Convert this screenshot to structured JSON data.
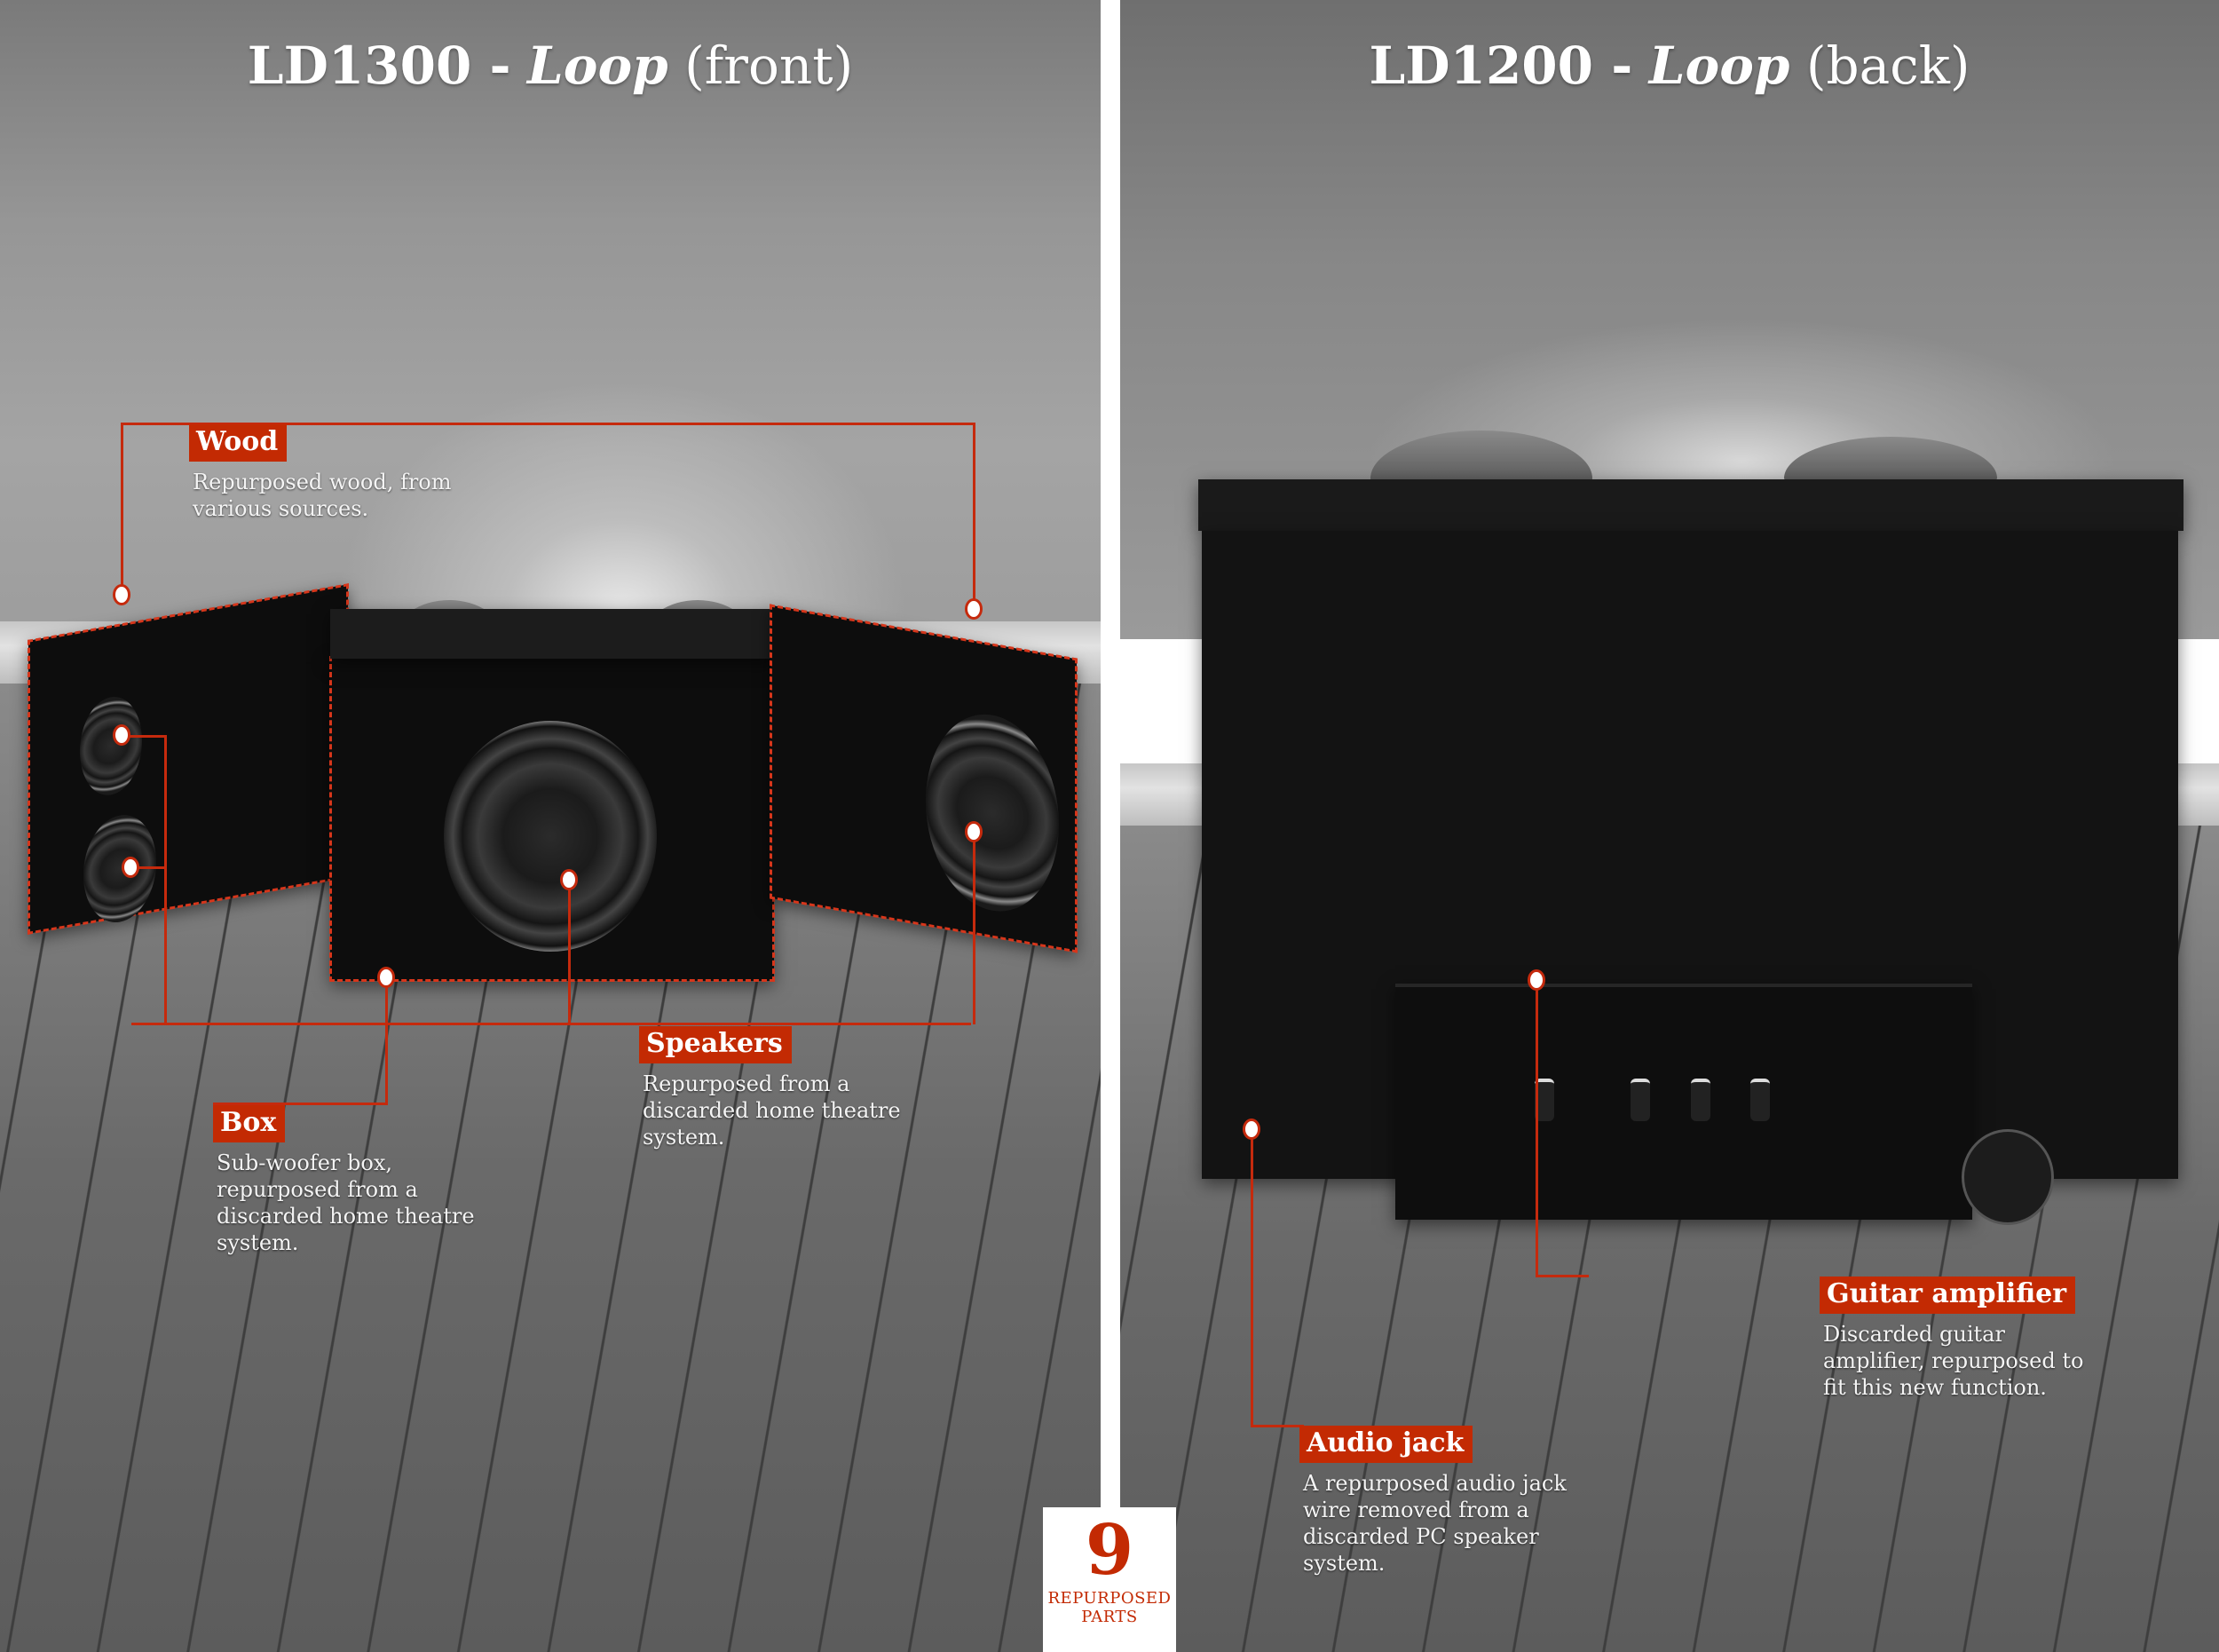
{
  "colors": {
    "accent": "#c32a03",
    "callout_line": "#c52a0d",
    "text": "#ffffff"
  },
  "left_panel": {
    "title": {
      "model": "LD1300 -",
      "name": "Loop",
      "view": "(front)"
    },
    "callouts": [
      {
        "label": "Wood",
        "description": [
          "Repurposed wood, from",
          "various sources."
        ]
      },
      {
        "label": "Speakers",
        "description": [
          "Repurposed from a",
          "discarded home theatre",
          "system."
        ]
      },
      {
        "label": "Box",
        "description": [
          "Sub-woofer box,",
          "repurposed from a",
          "discarded home theatre",
          "system."
        ]
      }
    ]
  },
  "right_panel": {
    "title": {
      "model": "LD1200 -",
      "name": "Loop",
      "view": "(back)"
    },
    "callouts": [
      {
        "label": "Guitar amplifier",
        "description": [
          "Discarded guitar",
          "amplifier, repurposed to",
          "fit this new function."
        ]
      },
      {
        "label": "Audio jack",
        "description": [
          "A repurposed audio jack",
          "wire removed from a",
          "discarded PC speaker",
          "system."
        ]
      }
    ]
  },
  "badge": {
    "number": "9",
    "line1": "REPURPOSED",
    "line2": "PARTS"
  }
}
